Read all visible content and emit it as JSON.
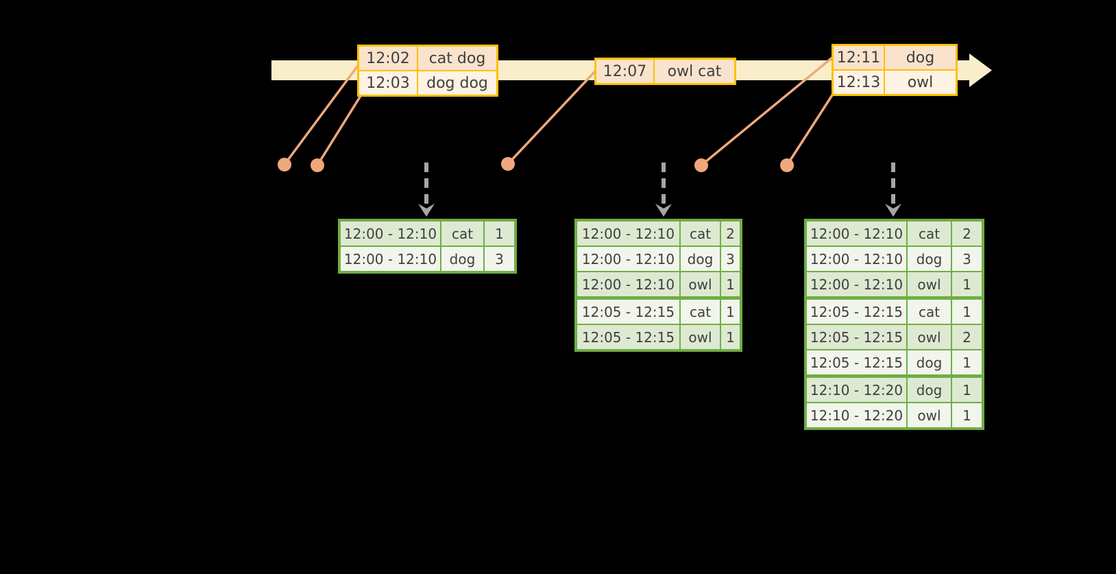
{
  "colors": {
    "background": "#000000",
    "timeline_band": "#faeeca",
    "event_table_border": "#ffc000",
    "event_row_dark": "#fae3cd",
    "event_row_light": "#fdf2e3",
    "connector": "#efa87b",
    "emit_arrow": "#a6a6a6",
    "result_table_border": "#6fae44",
    "result_row_dark": "#dee9d2",
    "result_row_light": "#f1f5ec",
    "text": "#3f3f3f"
  },
  "event_stream": {
    "tables": [
      {
        "rows": [
          {
            "time": "12:02",
            "words": "cat dog"
          },
          {
            "time": "12:03",
            "words": "dog dog"
          }
        ]
      },
      {
        "rows": [
          {
            "time": "12:07",
            "words": "owl cat"
          }
        ]
      },
      {
        "rows": [
          {
            "time": "12:11",
            "words": "dog"
          },
          {
            "time": "12:13",
            "words": "owl"
          }
        ]
      }
    ]
  },
  "result_tables": [
    {
      "rows": [
        [
          "12:00 - 12:10",
          "cat",
          "1"
        ],
        [
          "12:00 - 12:10",
          "dog",
          "3"
        ]
      ]
    },
    {
      "rows": [
        [
          "12:00 - 12:10",
          "cat",
          "2"
        ],
        [
          "12:00 - 12:10",
          "dog",
          "3"
        ],
        [
          "12:00 - 12:10",
          "owl",
          "1"
        ],
        [
          "12:05 - 12:15",
          "cat",
          "1"
        ],
        [
          "12:05 - 12:15",
          "owl",
          "1"
        ]
      ]
    },
    {
      "rows": [
        [
          "12:00 - 12:10",
          "cat",
          "2"
        ],
        [
          "12:00 - 12:10",
          "dog",
          "3"
        ],
        [
          "12:00 - 12:10",
          "owl",
          "1"
        ],
        [
          "12:05 - 12:15",
          "cat",
          "1"
        ],
        [
          "12:05 - 12:15",
          "owl",
          "2"
        ],
        [
          "12:05 - 12:15",
          "dog",
          "1"
        ],
        [
          "12:10 - 12:20",
          "dog",
          "1"
        ],
        [
          "12:10 - 12:20",
          "owl",
          "1"
        ]
      ]
    }
  ]
}
